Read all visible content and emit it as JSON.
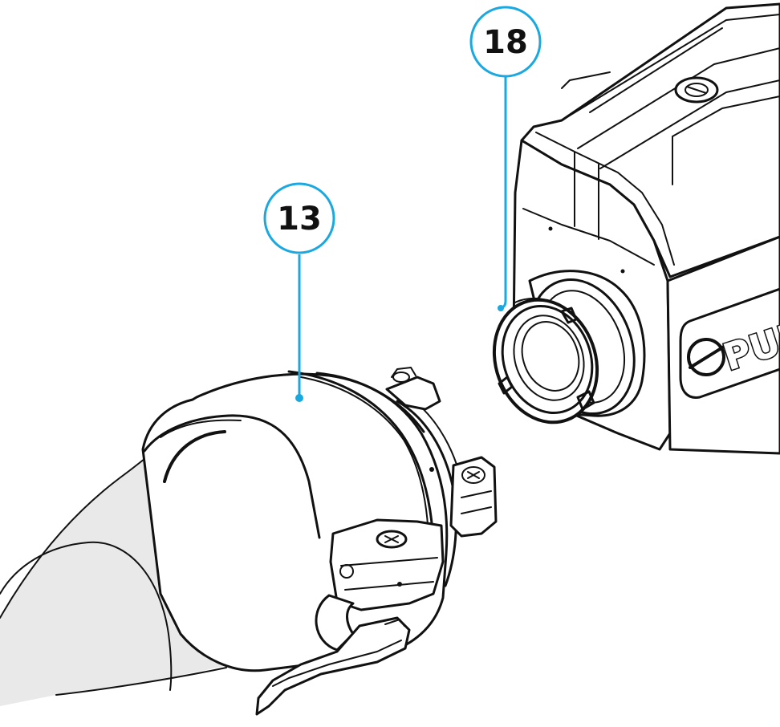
{
  "colors": {
    "callout": "#1aa8e0",
    "ink": "#111111",
    "shade": "#e9e9e9",
    "background": "#ffffff"
  },
  "callouts": [
    {
      "number": "18",
      "part": "device-lens-mount"
    },
    {
      "number": "13",
      "part": "scope-adapter"
    }
  ],
  "device": {
    "brand_text": "PUL"
  }
}
